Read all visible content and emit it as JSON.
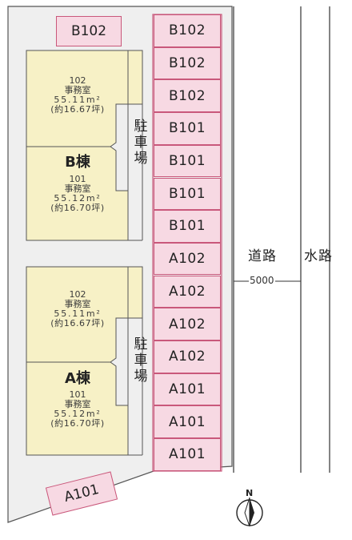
{
  "parking_slots": [
    "B102",
    "B102",
    "B102",
    "B101",
    "B101",
    "B101",
    "B101",
    "A102",
    "A102",
    "A102",
    "A102",
    "A101",
    "A101",
    "A101"
  ],
  "extra_slots": {
    "b102_top": "B102",
    "a101_bottom": "A101"
  },
  "building_b": {
    "label": "B棟",
    "upper_unit": {
      "number": "102",
      "use": "事務室",
      "area": "55.11m²",
      "tsubo": "(約16.67坪)"
    },
    "lower_unit": {
      "number": "101",
      "use": "事務室",
      "area": "55.12m²",
      "tsubo": "(約16.70坪)"
    }
  },
  "building_a": {
    "label": "A棟",
    "upper_unit": {
      "number": "102",
      "use": "事務室",
      "area": "55.11m²",
      "tsubo": "(約16.67坪)"
    },
    "lower_unit": {
      "number": "101",
      "use": "事務室",
      "area": "55.12m²",
      "tsubo": "(約16.70坪)"
    }
  },
  "parking_label": [
    "駐",
    "車",
    "場"
  ],
  "road": {
    "label": "道路",
    "width": "5000"
  },
  "waterway": {
    "label": "水路"
  },
  "compass": {
    "label": "N"
  },
  "colors": {
    "unit_fill": "#f7f1c6",
    "site_fill": "#efefef",
    "slot_fill": "#f7d9e3",
    "slot_border": "#c9587b"
  }
}
